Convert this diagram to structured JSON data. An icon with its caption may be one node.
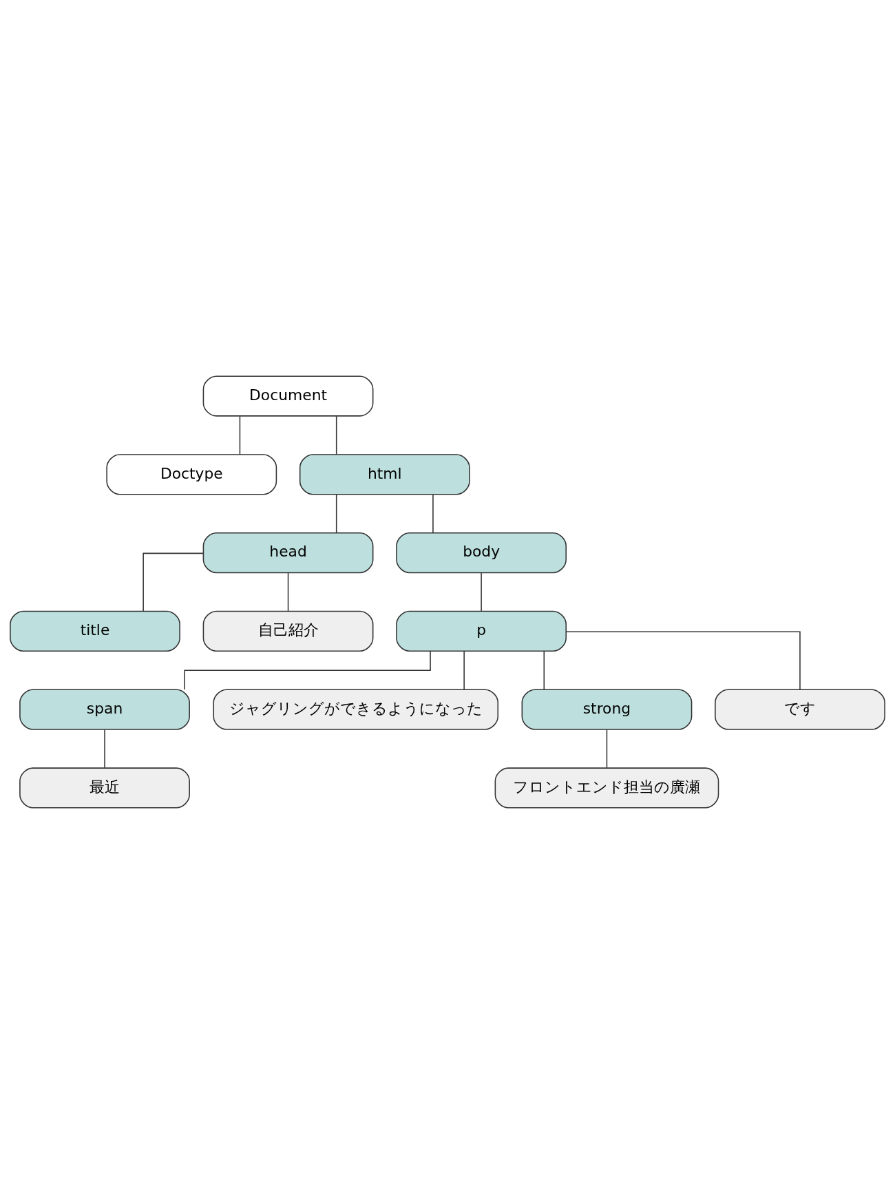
{
  "diagram": {
    "nodes": [
      {
        "text": [
          "Document"
        ]
      },
      {
        "text": [
          "Doctype"
        ]
      },
      {
        "text": [
          "html"
        ]
      },
      {
        "text": [
          "head"
        ]
      },
      {
        "text": [
          "title"
        ]
      },
      {
        "text": [
          "自己紹介"
        ]
      },
      {
        "text": [
          "body"
        ]
      },
      {
        "text": [
          "p"
        ]
      },
      {
        "text": [
          "span"
        ]
      },
      {
        "text": [
          "最近"
        ]
      },
      {
        "text": [
          "ジャグリングができるようになった"
        ]
      },
      {
        "text": [
          "strong"
        ]
      },
      {
        "text": [
          "フロントエンド担当の廣瀬"
        ]
      },
      {
        "text": [
          "です"
        ]
      }
    ],
    "edges": [
      {
        "from": 0,
        "to": 1,
        "arrow": "none"
      },
      {
        "from": 0,
        "to": 2,
        "arrow": "none"
      },
      {
        "from": 2,
        "to": 3,
        "arrow": "none"
      },
      {
        "from": 3,
        "to": 4,
        "arrow": "none"
      },
      {
        "from": 3,
        "to": 5,
        "arrow": "none"
      },
      {
        "from": 2,
        "to": 6,
        "arrow": "none"
      },
      {
        "from": 6,
        "to": 7,
        "arrow": "none"
      },
      {
        "from": 7,
        "to": 8,
        "arrow": "none"
      },
      {
        "from": 8,
        "to": 9,
        "arrow": "none"
      },
      {
        "from": 7,
        "to": 10,
        "arrow": "none"
      },
      {
        "from": 7,
        "to": 11,
        "arrow": "none"
      },
      {
        "from": 11,
        "to": 12,
        "arrow": "none"
      },
      {
        "from": 7,
        "to": 13,
        "arrow": "none"
      }
    ]
  }
}
